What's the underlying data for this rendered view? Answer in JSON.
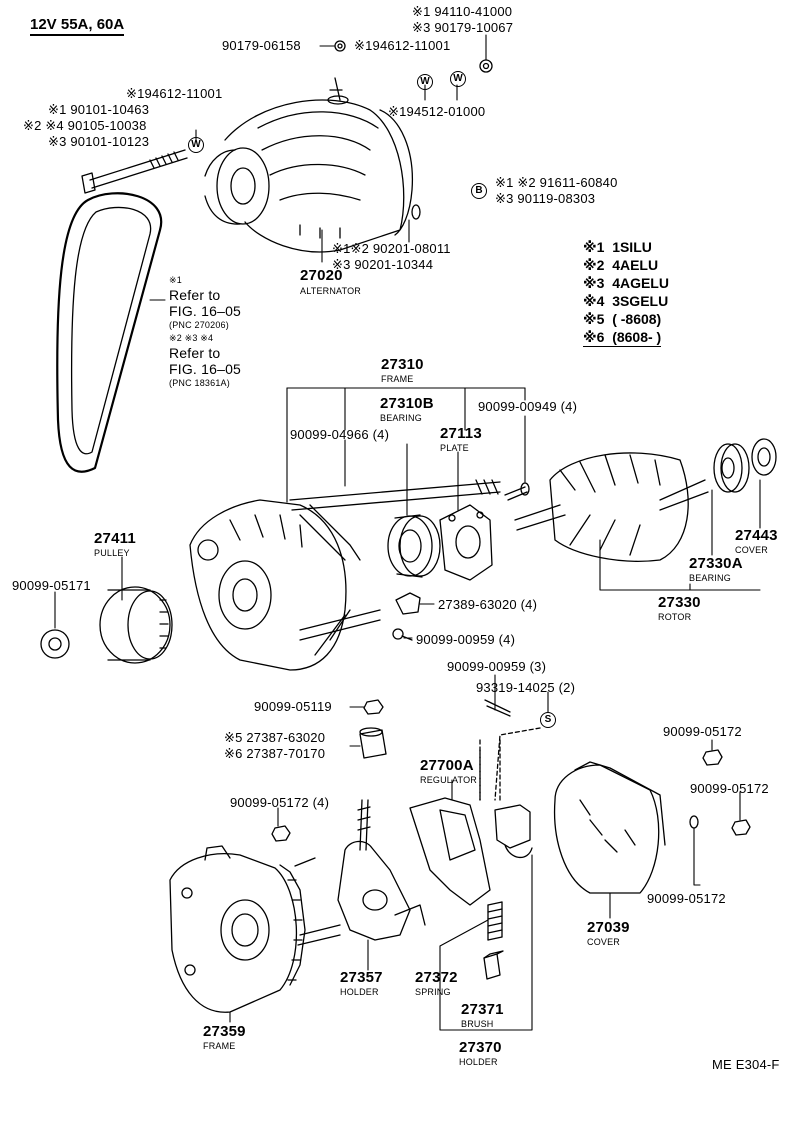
{
  "header": "12V 55A, 60A",
  "footer_code": "ME E304-F",
  "legend": [
    {
      "mark": "※1",
      "text": "1SILU"
    },
    {
      "mark": "※2",
      "text": "4AELU"
    },
    {
      "mark": "※3",
      "text": "4AGELU"
    },
    {
      "mark": "※4",
      "text": "3SGELU"
    },
    {
      "mark": "※5",
      "text": "(        -8608)"
    },
    {
      "mark": "※6",
      "text": "(8608-        )"
    }
  ],
  "badges": {
    "w": "W",
    "b": "B",
    "s": "S"
  },
  "parts": {
    "p94110": "※1  94110-41000",
    "p90179_10067": "※3  90179-10067",
    "p90179_06158": "90179-06158",
    "p194612_top": "※194612-11001",
    "p194612_left": "※194612-11001",
    "p194512": "※194512-01000",
    "p90101_10463": "※1  90101-10463",
    "p90105": "※2 ※4  90105-10038",
    "p90101_10123": "※3  90101-10123",
    "p91611": "※1 ※2  91611-60840",
    "p90119": "※3       90119-08303",
    "p90201_08011": "※1※2  90201-08011",
    "p90201_10344": "※3  90201-10344",
    "alt_num": "27020",
    "alt_name": "ALTERNATOR",
    "ref1_mark": "※1",
    "ref1_text": "Refer to",
    "ref1_fig": "FIG. 16–05",
    "ref1_pnc": "(PNC 270206)",
    "ref2_mark": "※2      ※3      ※4",
    "ref2_text": "Refer to",
    "ref2_fig": "FIG. 16–05",
    "ref2_pnc": "(PNC 18361A)",
    "frame_num": "27310",
    "frame_name": "FRAME",
    "bearing_num": "27310B",
    "bearing_name": "BEARING",
    "p90099_04966": "90099-04966 (4)",
    "plate_num": "27113",
    "plate_name": "PLATE",
    "p90099_00949": "90099-00949 (4)",
    "pulley_num": "27411",
    "pulley_name": "PULLEY",
    "p90099_05171": "90099-05171",
    "p27389": "27389-63020 (4)",
    "p90099_00959_4": "90099-00959 (4)",
    "cover_num_a": "27443",
    "cover_name_a": "COVER",
    "bearing2_num": "27330A",
    "bearing2_name": "BEARING",
    "rotor_num": "27330",
    "rotor_name": "ROTOR",
    "p90099_00959_3": "90099-00959 (3)",
    "p93319": "93319-14025 (2)",
    "p90099_05119": "90099-05119",
    "p27387_63020": "※5  27387-63020",
    "p27387_70170": "※6  27387-70170",
    "reg_num": "27700A",
    "reg_name": "REGULATOR",
    "p90099_05172_a": "90099-05172",
    "p90099_05172_b": "90099-05172",
    "p90099_05172_4": "90099-05172 (4)",
    "p90099_05172_c": "90099-05172",
    "cover2_num": "27039",
    "cover2_name": "COVER",
    "holder_num": "27357",
    "holder_name": "HOLDER",
    "spring_num": "27372",
    "spring_name": "SPRING",
    "brush_num": "27371",
    "brush_name": "BRUSH",
    "holder2_num": "27370",
    "holder2_name": "HOLDER",
    "frame2_num": "27359",
    "frame2_name": "FRAME"
  }
}
